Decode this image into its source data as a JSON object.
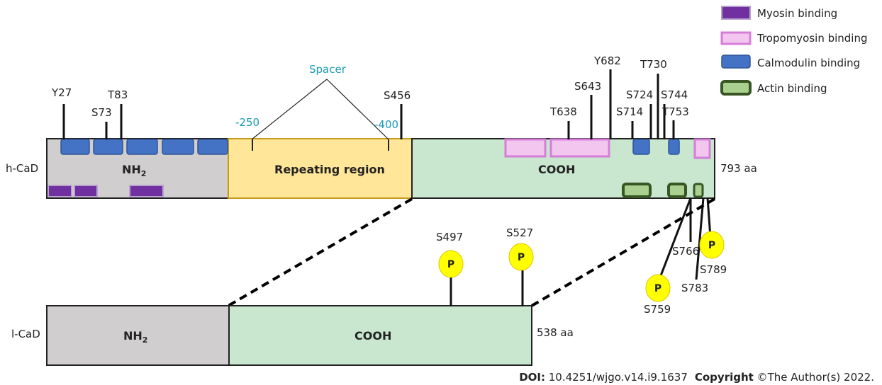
{
  "legend": {
    "myosin": "Myosin binding",
    "tropomyosin": "Tropomyosin binding",
    "calmodulin": "Calmodulin binding",
    "actin": "Actin binding"
  },
  "colors": {
    "myosin": "#7030a0",
    "tropomyosin_fill": "#f2c6ee",
    "tropomyosin_border": "#d57ed8",
    "calmodulin": "#4472c4",
    "actin_fill": "#a9d08e",
    "actin_border": "#375623",
    "nh2_region": "#d0cece",
    "repeating_region": "#ffe699",
    "cooh_region": "#c9e6cf",
    "phospho": "#ffff00",
    "spacer": "#1a9bb0"
  },
  "hcad": {
    "label": "h-CaD",
    "length": "793 aa",
    "nh2_main": "NH",
    "nh2_sub": "2",
    "repeating": "Repeating region",
    "cooh": "COOH",
    "spacer": "Spacer",
    "spacer_start": "-250",
    "spacer_end": "-400",
    "sites": {
      "y27": "Y27",
      "s73": "S73",
      "t83": "T83",
      "s456": "S456",
      "t638": "T638",
      "s643": "S643",
      "y682": "Y682",
      "s714": "S714",
      "s724": "S724",
      "t730": "T730",
      "s744": "S744",
      "t753": "T753",
      "s759": "S759",
      "s766": "S766",
      "s783": "S783",
      "s789": "S789"
    }
  },
  "lcad": {
    "label": "l-CaD",
    "length": "538 aa",
    "nh2_main": "NH",
    "nh2_sub": "2",
    "cooh": "COOH",
    "sites": {
      "s497": "S497",
      "s527": "S527"
    }
  },
  "phospho_label": "P",
  "footer": {
    "doi_label": "DOI:",
    "doi_value": " 10.4251/wjgo.v14.i9.1637",
    "copyright_label": "Copyright",
    "copyright_value": " ©The Author(s) 2022."
  }
}
